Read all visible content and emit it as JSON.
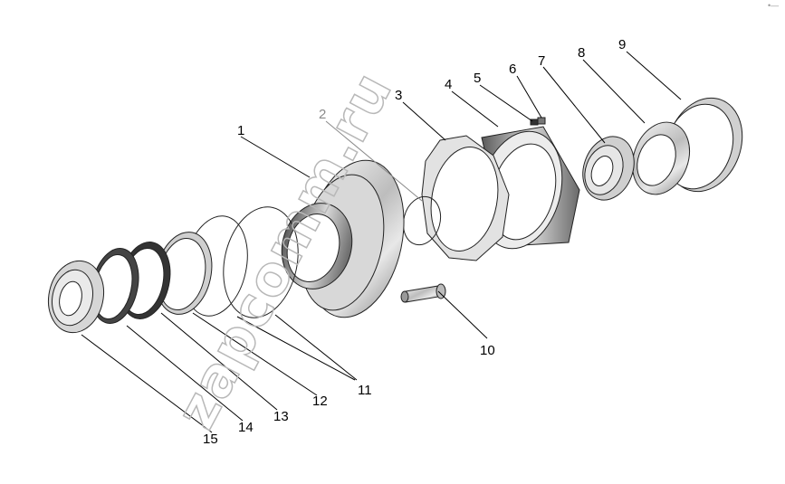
{
  "diagram": {
    "corner_mark": "•—",
    "watermark": "zapcomm.ru",
    "labels": [
      {
        "id": "1",
        "text": "1"
      },
      {
        "id": "2",
        "text": "2"
      },
      {
        "id": "3",
        "text": "3"
      },
      {
        "id": "4",
        "text": "4"
      },
      {
        "id": "5",
        "text": "5"
      },
      {
        "id": "6",
        "text": "6"
      },
      {
        "id": "7",
        "text": "7"
      },
      {
        "id": "8",
        "text": "8"
      },
      {
        "id": "9",
        "text": "9"
      },
      {
        "id": "10",
        "text": "10"
      },
      {
        "id": "11",
        "text": "11"
      },
      {
        "id": "12",
        "text": "12"
      },
      {
        "id": "13",
        "text": "13"
      },
      {
        "id": "14",
        "text": "14"
      },
      {
        "id": "15",
        "text": "15"
      }
    ]
  }
}
